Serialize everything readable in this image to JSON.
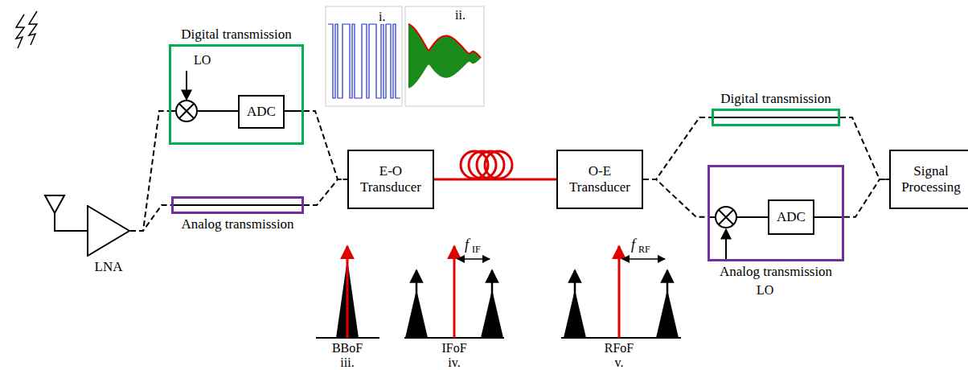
{
  "diagram": {
    "nodes": [
      {
        "text": [
          "LNA"
        ]
      },
      {
        "text": [
          "Digital transmission"
        ]
      },
      {
        "text": [
          "ADC"
        ],
        "in": 1
      },
      {
        "text": [
          "Analog transmission"
        ]
      },
      {
        "text": [
          "E-O Transducer"
        ]
      },
      {
        "text": [
          "O-E Transducer"
        ]
      },
      {
        "text": [
          "Digital transmission"
        ]
      },
      {
        "text": [
          "Analog transmission"
        ]
      },
      {
        "text": [
          "ADC"
        ],
        "in": 7
      },
      {
        "text": [
          "Signal Processing"
        ]
      }
    ],
    "edges": [
      {
        "from": 0,
        "to": 1,
        "arrow": "none"
      },
      {
        "from": 0,
        "to": 3,
        "arrow": "none"
      },
      {
        "from": 1,
        "to": 4,
        "arrow": "none"
      },
      {
        "from": 3,
        "to": 4,
        "arrow": "none"
      },
      {
        "from": 4,
        "to": 5,
        "arrow": "none"
      },
      {
        "from": 5,
        "to": 6,
        "arrow": "none"
      },
      {
        "from": 5,
        "to": 7,
        "arrow": "none"
      },
      {
        "from": 6,
        "to": 9,
        "arrow": "none"
      },
      {
        "from": 7,
        "to": 9,
        "arrow": "none"
      }
    ],
    "labels": [
      "i.",
      "ii.",
      "LO",
      "LO",
      "BBoF",
      "iii.",
      "IFoF",
      "iv.",
      "f",
      "IF",
      "RFoF",
      "v.",
      "f",
      "RF"
    ]
  }
}
